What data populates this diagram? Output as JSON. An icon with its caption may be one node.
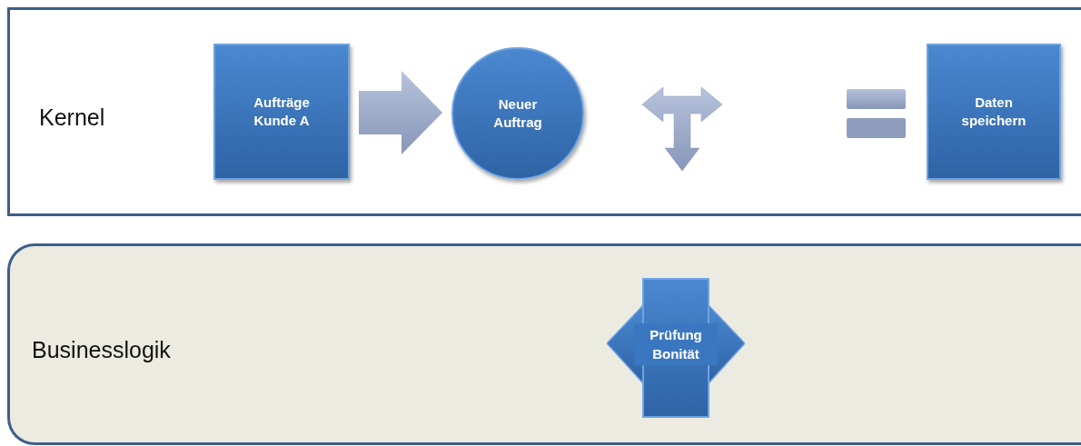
{
  "diagram": {
    "nodes": [
      {
        "text": [
          "Kernel"
        ]
      },
      {
        "text": [
          "Aufträge Kunde A"
        ],
        "in": 0
      },
      {
        "text": [
          "Neuer Auftrag"
        ],
        "in": 0
      },
      {
        "text": [
          "Daten speichern"
        ],
        "in": 0
      },
      {
        "text": [
          "Businesslogik"
        ]
      },
      {
        "text": [
          "Prüfung Bonität"
        ],
        "in": 4
      }
    ],
    "edges": [
      {
        "from": 1,
        "to": 2,
        "arrow": "to"
      }
    ]
  }
}
